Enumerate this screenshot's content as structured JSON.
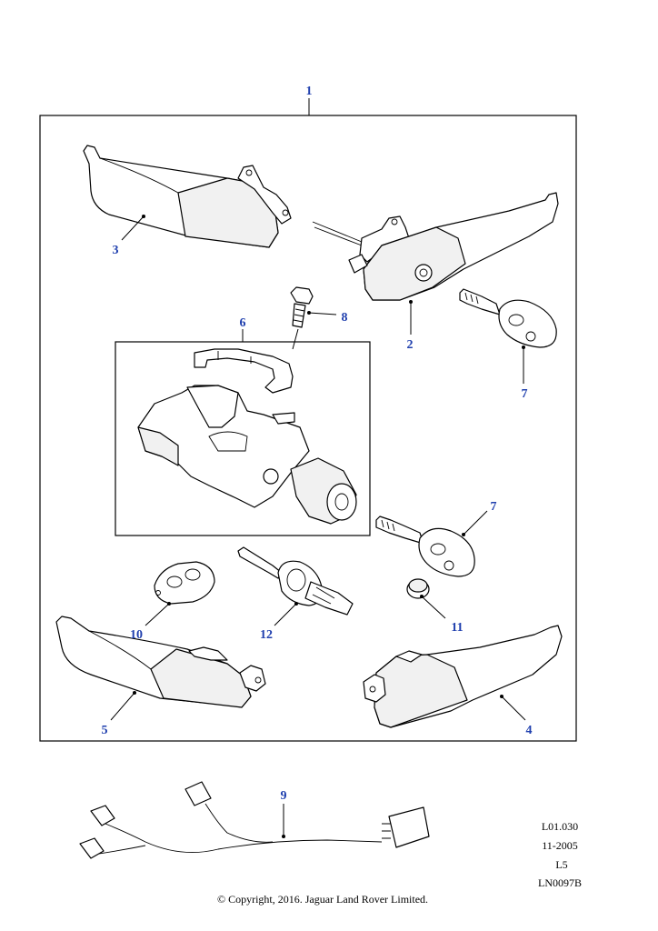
{
  "callouts": {
    "c1": "1",
    "c2": "2",
    "c3": "3",
    "c4": "4",
    "c5": "5",
    "c6": "6",
    "c7a": "7",
    "c7b": "7",
    "c8": "8",
    "c9": "9",
    "c10": "10",
    "c11": "11",
    "c12": "12"
  },
  "meta": {
    "ref": "L01.030",
    "date": "11-2005",
    "level": "L5",
    "drawing": "LN0097B"
  },
  "copyright": "© Copyright, 2016. Jaguar Land Rover Limited.",
  "colors": {
    "callout": "#1f3fae",
    "line": "#000000"
  }
}
